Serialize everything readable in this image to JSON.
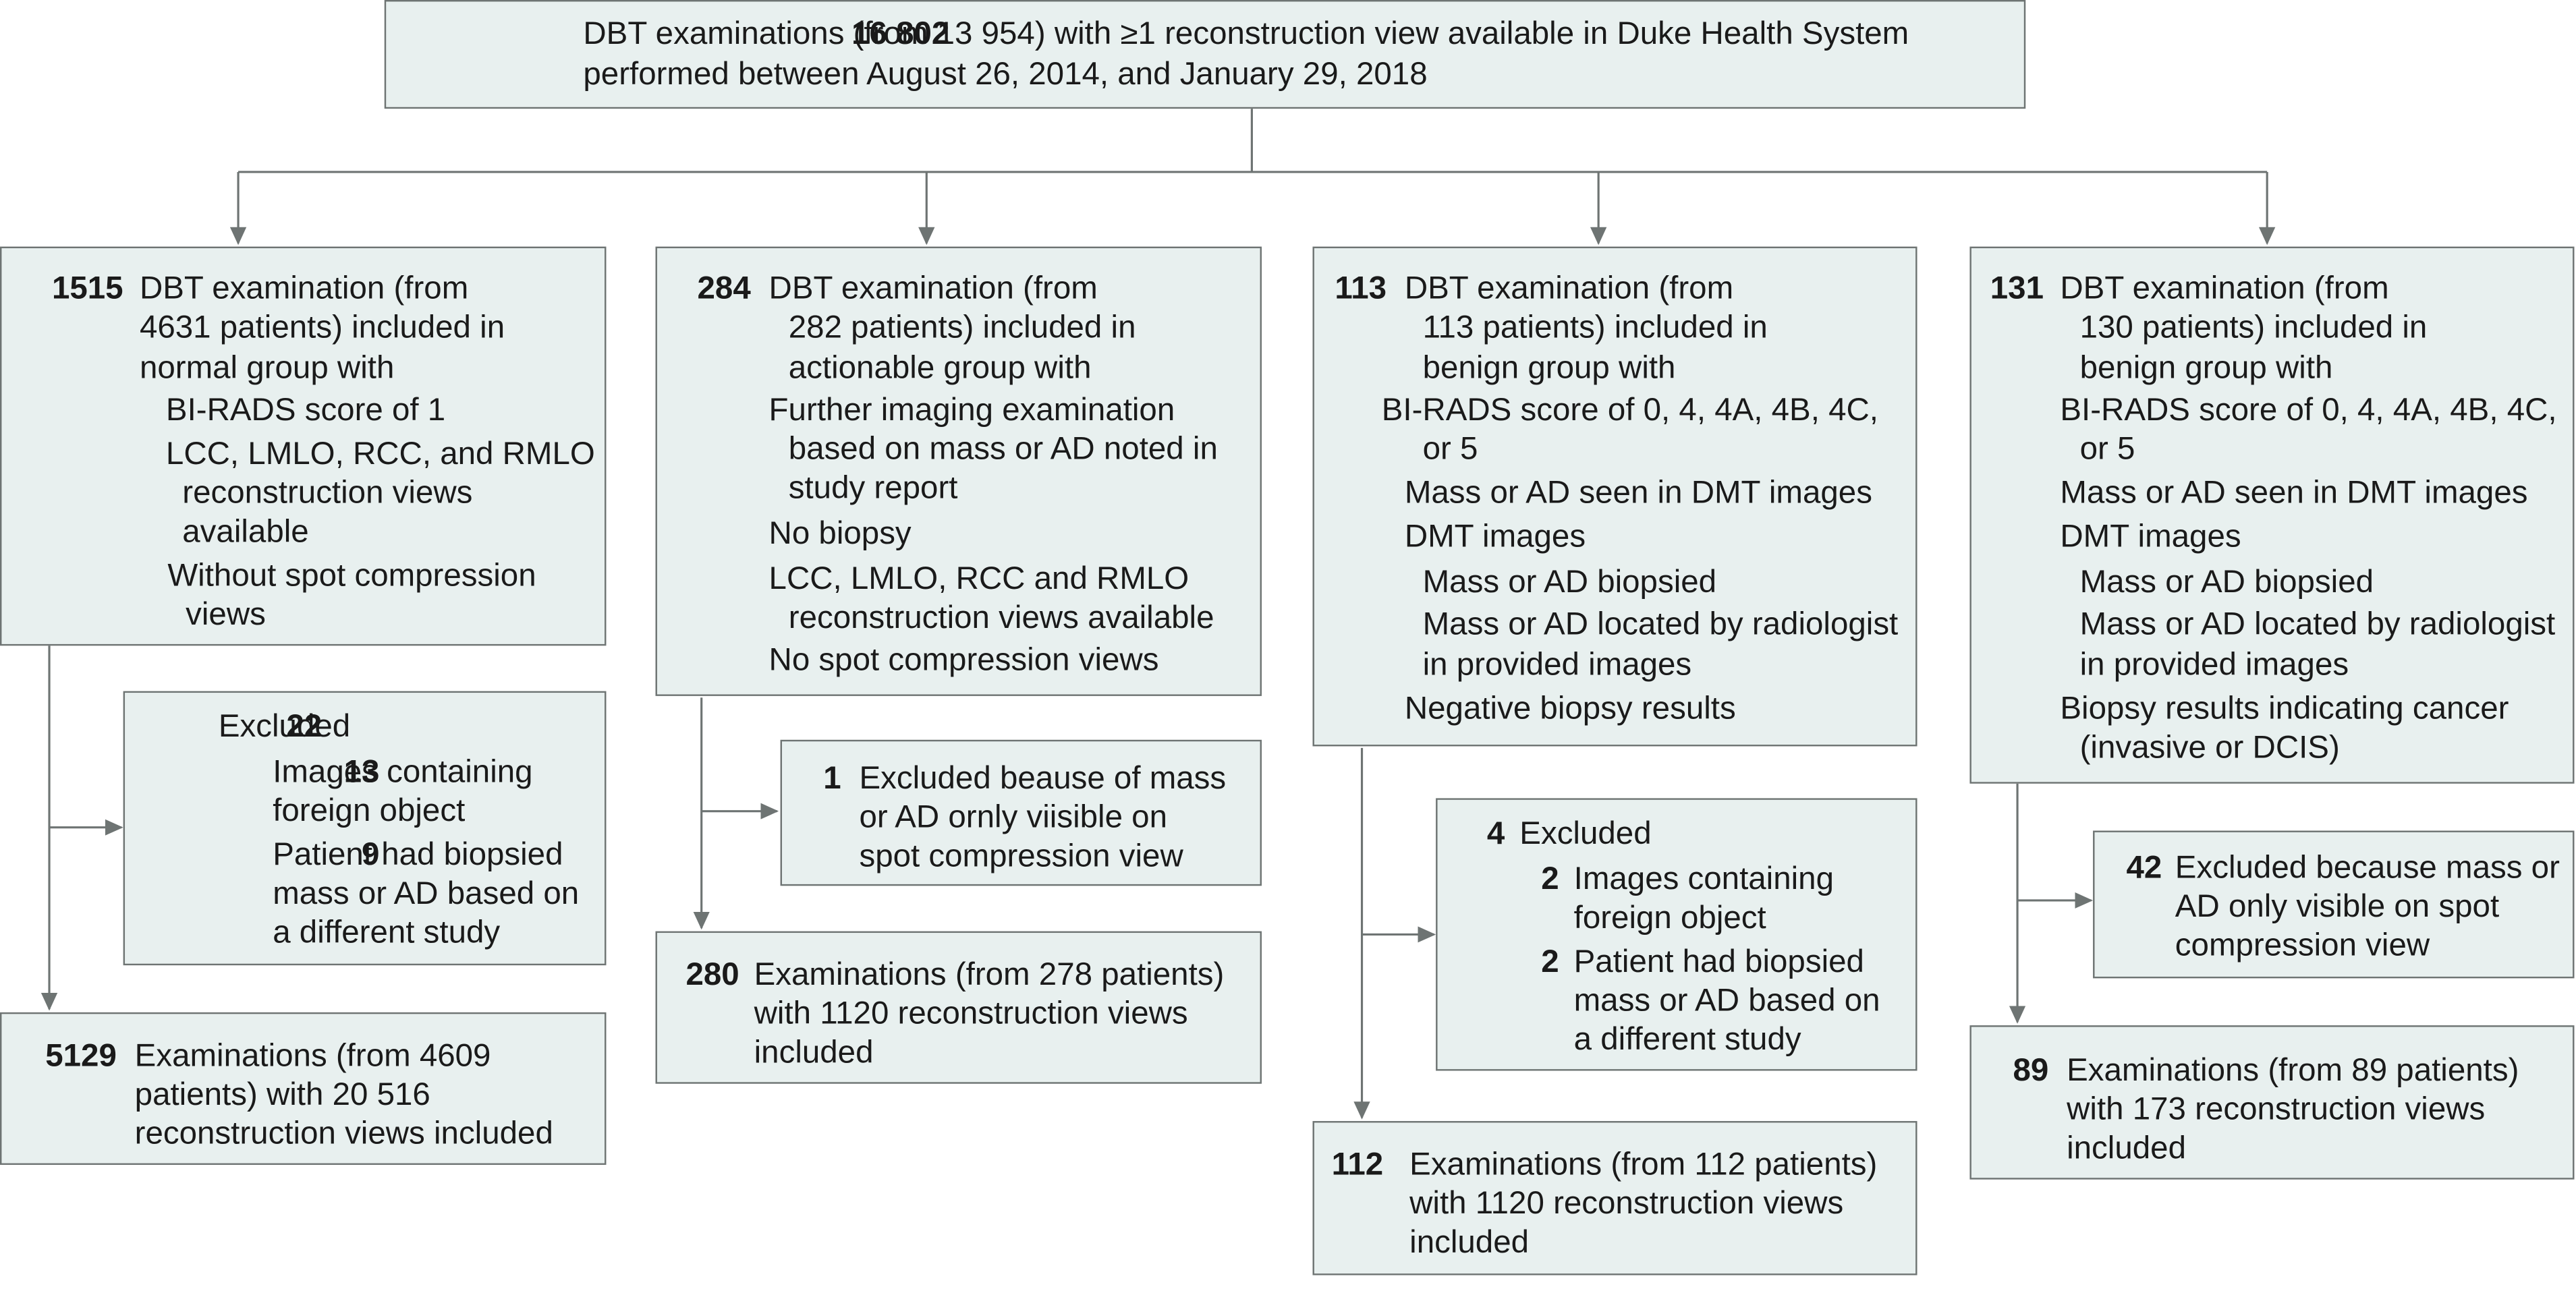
{
  "top": {
    "count": "16 802",
    "lines": [
      "DBT examinations (from 13 954) with ≥1 reconstruction view available in Duke Health System",
      "performed between August 26, 2014, and January 29, 2018"
    ]
  },
  "groups": [
    {
      "count": "1515",
      "lines": [
        "DBT examination (from",
        "4631 patients) included in",
        "normal group with",
        "BI-RADS score of  1",
        "LCC, LMLO, RCC, and RMLO",
        "reconstruction views",
        "available",
        "Without spot compression",
        "views"
      ],
      "excluded": {
        "count": "22",
        "label": "Excluded",
        "items": [
          {
            "count": "13",
            "lines": [
              "Images containing",
              "foreign object"
            ]
          },
          {
            "count": "9",
            "lines": [
              "Patient had biopsied",
              "mass or AD based on",
              "a different study"
            ]
          }
        ]
      },
      "final": {
        "count": "5129",
        "lines": [
          "Examinations (from 4609",
          "patients) with 20 516",
          "reconstruction views included"
        ]
      }
    },
    {
      "count": "284",
      "lines": [
        "DBT examination (from",
        "282 patients) included in",
        "actionable group with",
        "Further imaging examination",
        "based on mass or AD noted in",
        "study report",
        "No biopsy",
        "LCC, LMLO, RCC and RMLO",
        "reconstruction views available",
        "No spot compression views"
      ],
      "excluded": {
        "count": "1",
        "lines": [
          "Excluded beause of mass",
          "or AD ornly viisible on",
          "spot compression view"
        ]
      },
      "final": {
        "count": "280",
        "lines": [
          "Examinations (from 278 patients)",
          "with 1120 reconstruction views",
          "included"
        ]
      }
    },
    {
      "count": "113",
      "lines": [
        "DBT examination (from",
        "113 patients) included in",
        "benign group with",
        "BI-RADS score of 0, 4, 4A, 4B, 4C,",
        "or 5",
        "Mass or AD seen in DMT images",
        "DMT images",
        "Mass or AD biopsied",
        "Mass or AD located by radiologist",
        "in provided images",
        "Negative biopsy results"
      ],
      "excluded": {
        "count": "4",
        "label": "Excluded",
        "items": [
          {
            "count": "2",
            "lines": [
              "Images containing",
              "foreign object"
            ]
          },
          {
            "count": "2",
            "lines": [
              "Patient had biopsied",
              "mass or AD based on",
              "a different study"
            ]
          }
        ]
      },
      "final": {
        "count": "112",
        "lines": [
          "Examinations (from 112 patients)",
          "with 1120 reconstruction views",
          "included"
        ]
      }
    },
    {
      "count": "131",
      "lines": [
        "DBT examination (from",
        "130 patients) included in",
        "benign group with",
        "BI-RADS score of 0, 4, 4A, 4B, 4C,",
        "or 5",
        "Mass or AD seen in DMT images",
        "DMT images",
        "Mass or AD biopsied",
        "Mass or AD located by radiologist",
        "in provided images",
        "Biopsy results indicating cancer",
        "(invasive or DCIS)"
      ],
      "excluded": {
        "count": "42",
        "lines": [
          "Excluded because mass or",
          "AD only visible on spot",
          "compression view"
        ]
      },
      "final": {
        "count": "89",
        "lines": [
          "Examinations (from 89 patients)",
          "with 173 reconstruction views",
          "included"
        ]
      }
    }
  ]
}
